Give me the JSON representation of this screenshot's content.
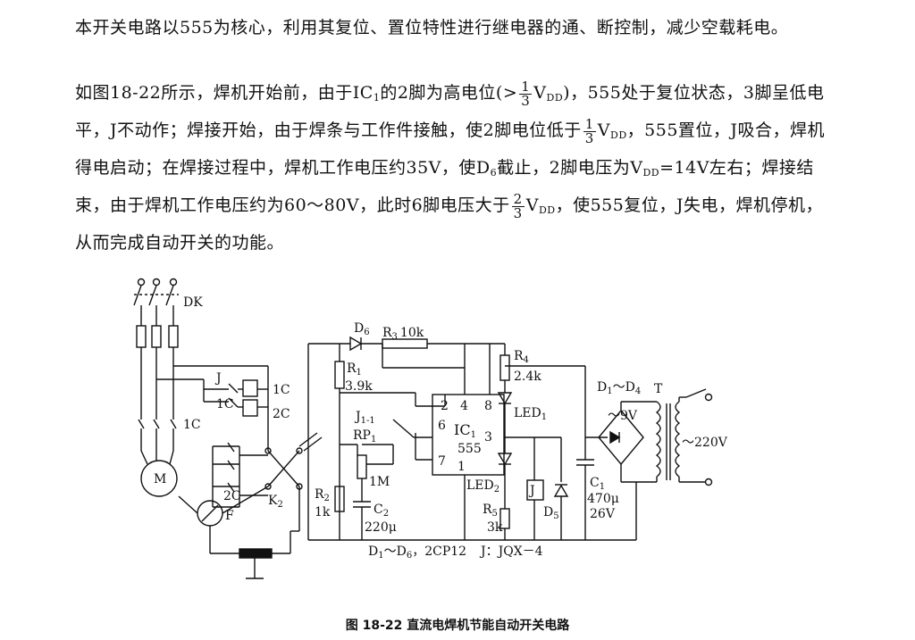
{
  "text": {
    "p1": "本开关电路以555为核心，利用其复位、置位特性进行继电器的通、断控制，减少空载耗电。",
    "p2_a": "如图18-22所示，焊机开始前，由于IC",
    "p2_a_sub": "1",
    "p2_b": "的2脚为高电位(>",
    "p2_c": "V",
    "p2_c_sub": "DD",
    "p2_d": ")，555处于复位状态，3脚呈低电平，J不动作；焊接开始，由于焊条与工作件接触，使2脚电位低于",
    "p2_e": "V",
    "p2_e_sub": "DD",
    "p2_f": "，555置位，J吸合，焊机得电启动；在焊接过程中，焊机工作电压约35V，使D",
    "p2_f_sub": "6",
    "p2_g": "截止，2脚电压为V",
    "p2_g_sub": "DD",
    "p2_h": "=14V左右；焊接结束，由于焊机工作电压约为60～80V，此时6脚电压大于",
    "p2_i": "V",
    "p2_i_sub": "DD",
    "p2_j": "，使555复位，J失电，焊机停机，从而完成自动开关的功能。",
    "frac1_num": "1",
    "frac1_den": "3",
    "frac2_num": "1",
    "frac2_den": "3",
    "frac3_num": "2",
    "frac3_den": "3"
  },
  "diagram": {
    "labels": {
      "dk": "DK",
      "j_top": "J",
      "c1_a": "1C",
      "c1_b": "1C",
      "c1_c": "1C",
      "c2_a": "2C",
      "c2_b": "2C",
      "motor": "M",
      "f": "F",
      "k2": "K",
      "k2_sub": "2",
      "d6": "D",
      "d6_sub": "6",
      "r3": "R",
      "r3_sub": "3",
      "r3_val": "10k",
      "r1": "R",
      "r1_sub": "1",
      "r1_val": "3.9k",
      "j11": "J",
      "j11_sub": "1-1",
      "rp1": "RP",
      "rp1_sub": "1",
      "rp1_val": "1M",
      "r2": "R",
      "r2_sub": "2",
      "r2_val": "1k",
      "c2": "C",
      "c2_sub": "2",
      "c2_val": "220μ",
      "ic_pin2": "2",
      "ic_pin4": "4",
      "ic_pin8": "8",
      "ic_pin6": "6",
      "ic_pin3": "3",
      "ic_pin7": "7",
      "ic_pin1": "1",
      "ic_name": "IC",
      "ic_sub": "1",
      "ic_type": "555",
      "r4": "R",
      "r4_sub": "4",
      "r4_val": "2.4k",
      "led1": "LED",
      "led1_sub": "1",
      "led2": "LED",
      "led2_sub": "2",
      "r5": "R",
      "r5_sub": "5",
      "r5_val": "3k",
      "relay_j": "J",
      "d5": "D",
      "d5_sub": "5",
      "c1": "C",
      "c1_sub": "1",
      "c1_val": "470μ",
      "c1_volt": "26V",
      "d1d4": "D",
      "d1d4_sub1": "1",
      "d1d4_tilde": "～D",
      "d1d4_sub2": "4",
      "t": "T",
      "ac9": "～9V",
      "ac220": "～220V",
      "note_diodes": "D",
      "note_diodes_sub1": "1",
      "note_diodes_rest": "～D",
      "note_diodes_sub2": "6",
      "note_diodes_type": "，2CP12",
      "note_relay": "J：JQX－4"
    }
  },
  "caption": "图 18-22   直流电焊机节能自动开关电路"
}
